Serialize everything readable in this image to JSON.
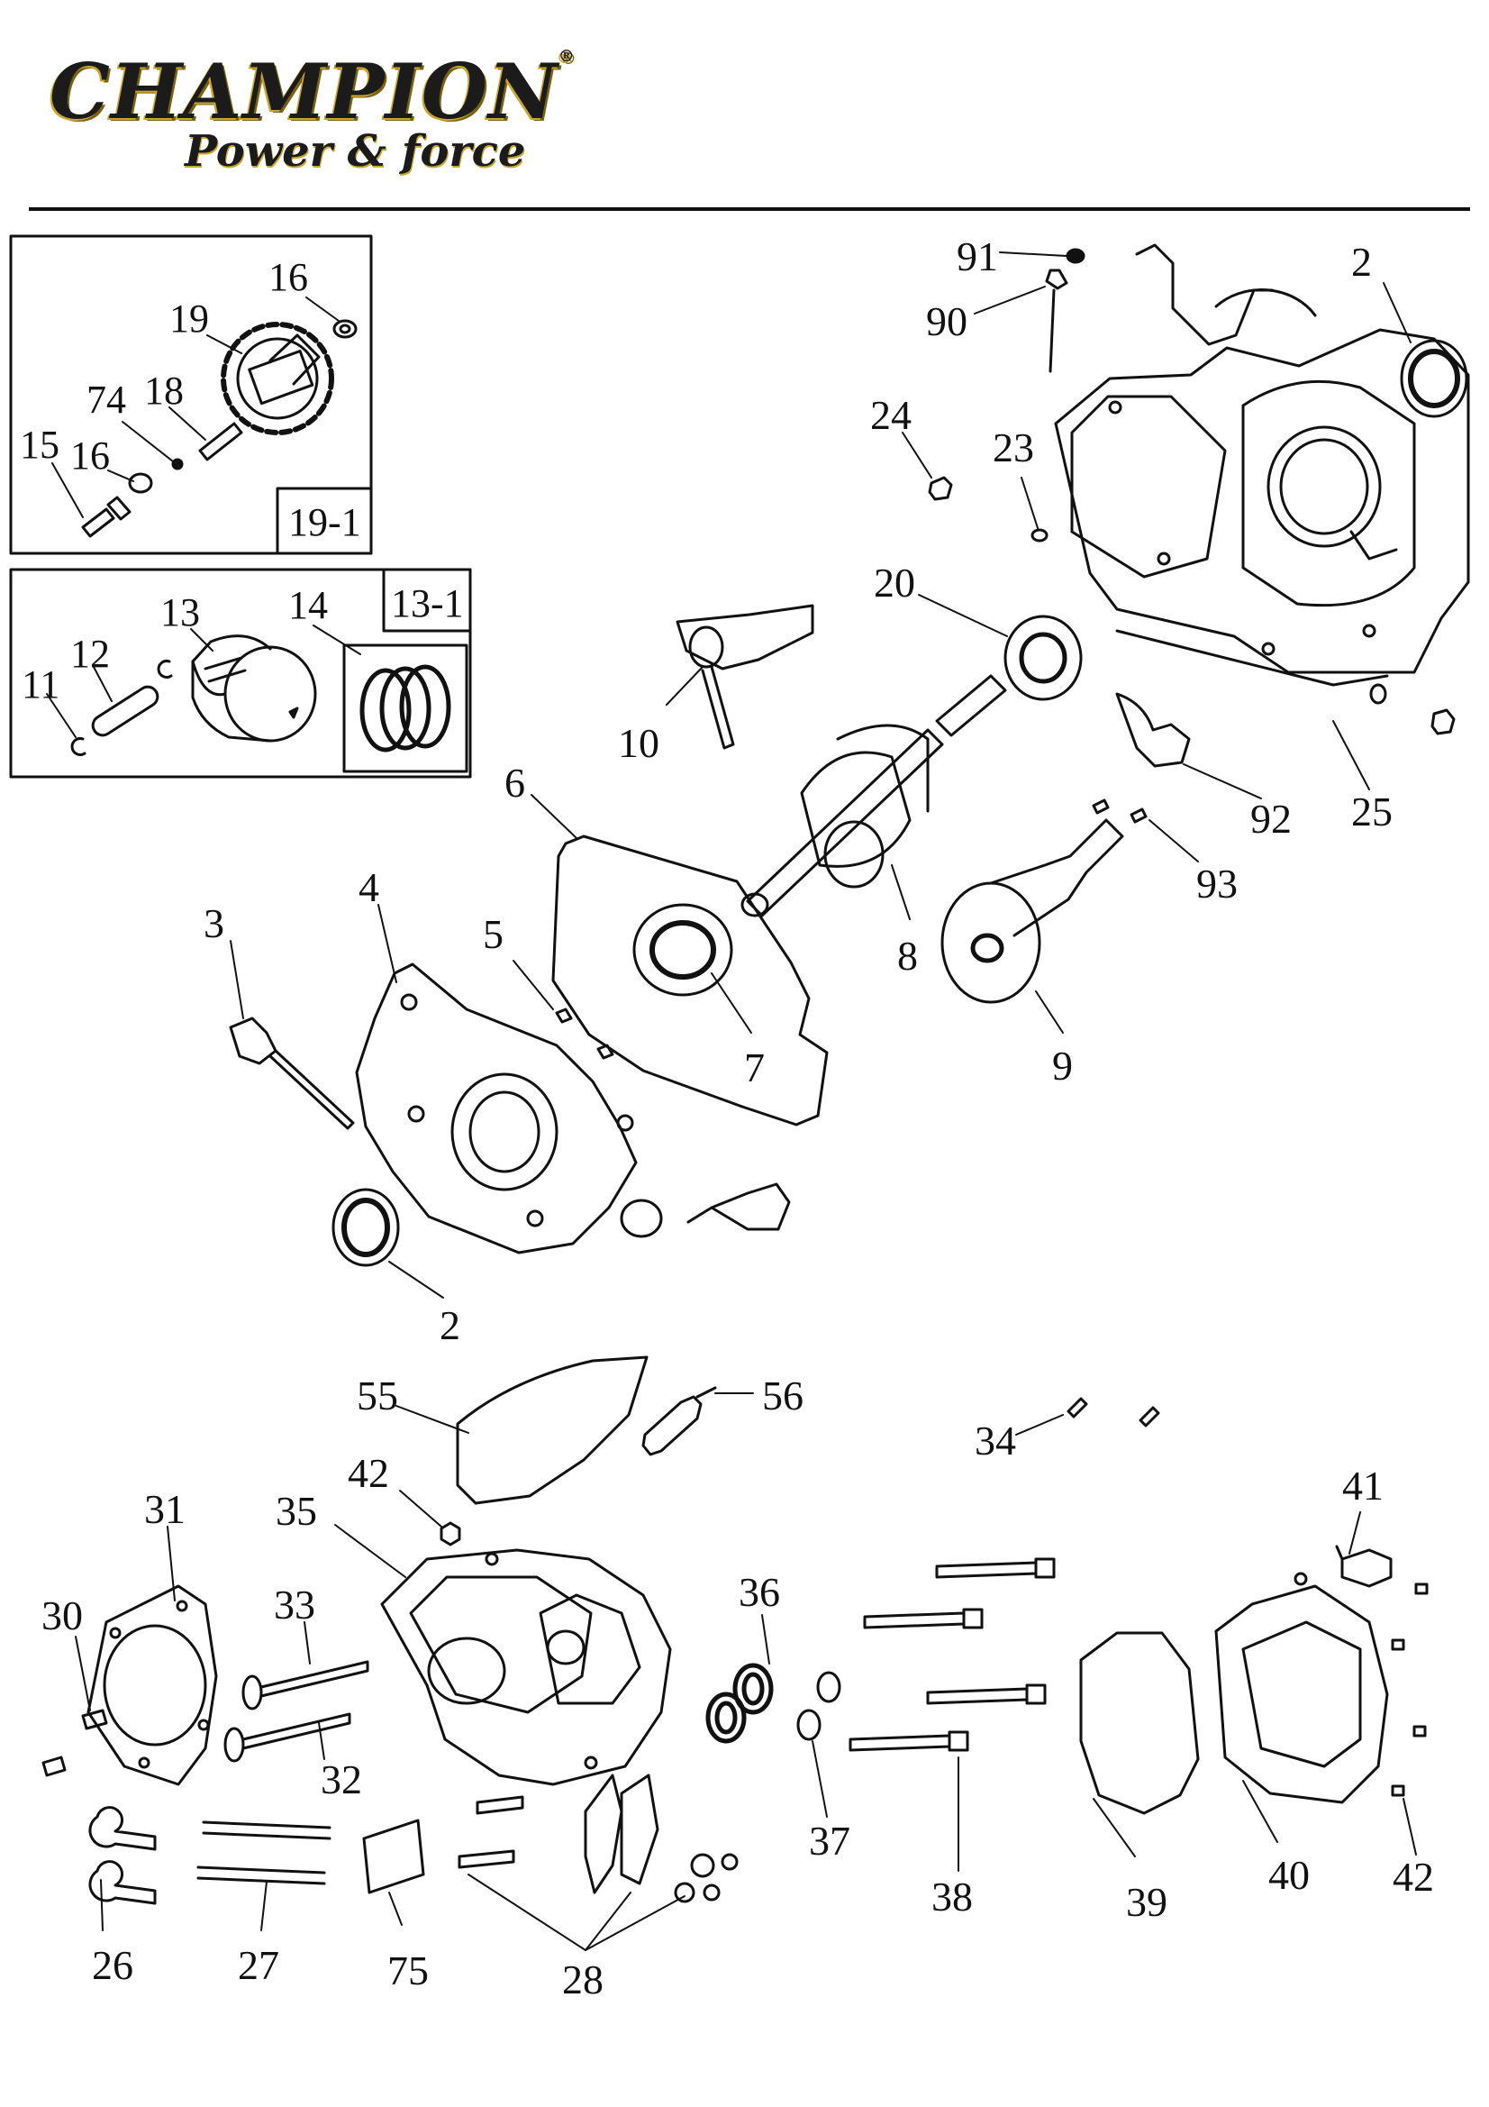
{
  "brand": {
    "name": "CHAMPION",
    "registered": "®",
    "tagline": "Power & force"
  },
  "insets": [
    {
      "tag": "19-1",
      "parts": [
        "16",
        "19",
        "74",
        "18",
        "15",
        "16"
      ]
    },
    {
      "tag": "13-1",
      "parts": [
        "14",
        "13",
        "12",
        "11"
      ]
    }
  ],
  "callouts": {
    "p91": "91",
    "p90": "90",
    "p2a": "2",
    "p24": "24",
    "p23": "23",
    "p20": "20",
    "p10": "10",
    "p6": "6",
    "p3": "3",
    "p4": "4",
    "p5": "5",
    "p7": "7",
    "p8": "8",
    "p9": "9",
    "p92": "92",
    "p93": "93",
    "p25": "25",
    "p2b": "2",
    "p55": "55",
    "p56": "56",
    "p34": "34",
    "p42a": "42",
    "p35": "35",
    "p31": "31",
    "p30": "30",
    "p33": "33",
    "p32": "32",
    "p36": "36",
    "p37": "37",
    "p38": "38",
    "p39": "39",
    "p40": "40",
    "p41": "41",
    "p42b": "42",
    "p26": "26",
    "p27": "27",
    "p75": "75",
    "p28": "28",
    "i16a": "16",
    "i19": "19",
    "i74": "74",
    "i18": "18",
    "i15": "15",
    "i16b": "16",
    "i14": "14",
    "i13": "13",
    "i12": "12",
    "i11": "11"
  }
}
